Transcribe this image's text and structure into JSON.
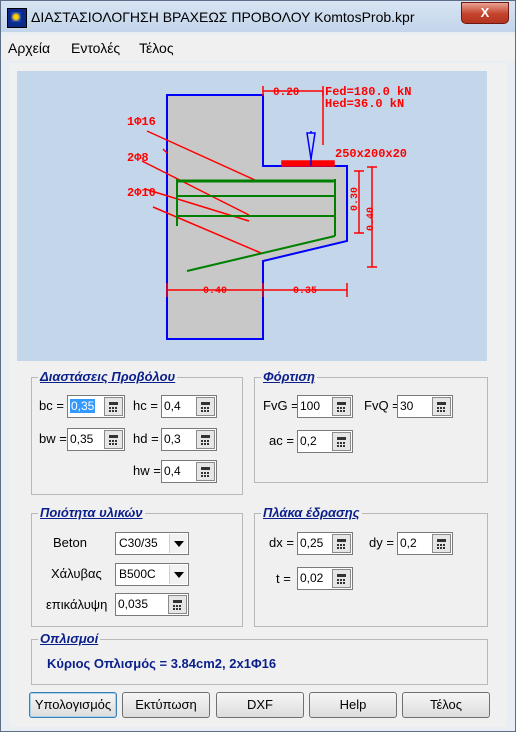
{
  "window": {
    "title": "ΔΙΑΣΤΑΣΙΟΛΟΓΗΣΗ ΒΡΑΧΕΩΣ ΠΡΟΒΟΛΟΥ  KomtosProb.kpr",
    "close_label": "X"
  },
  "menu": [
    "Αρχεία",
    "Εντολές",
    "Τέλος"
  ],
  "drawing": {
    "dim_top": "0.20",
    "load_fed": "Fed=180.0 kN",
    "load_hed": "Hed=36.0 kN",
    "plate": "250x200x20",
    "bar1": "1Φ16",
    "bar2": "2Φ8",
    "bar3": "2Φ10",
    "dim_v1": "0.30",
    "dim_v2": "0.40",
    "dim_b1": "0.40",
    "dim_b2": "0.35"
  },
  "dims": {
    "title": "Διαστάσεις Προβόλου",
    "bc_label": "bc =",
    "bc": "0,35",
    "hc_label": "hc =",
    "hc": "0,4",
    "bw_label": "bw =",
    "bw": "0,35",
    "hd_label": "hd =",
    "hd": "0,3",
    "hw_label": "hw =",
    "hw": "0,4"
  },
  "load": {
    "title": "Φόρτιση",
    "fvg_label": "FvG =",
    "fvg": "100",
    "fvq_label": "FvQ =",
    "fvq": "30",
    "ac_label": "ac =",
    "ac": "0,2"
  },
  "materials": {
    "title": "Ποιότητα υλικών",
    "beton_label": "Beton",
    "beton": "C30/35",
    "steel_label": "Χάλυβας",
    "steel": "B500C",
    "cover_label": "επικάλυψη",
    "cover": "0,035"
  },
  "plate": {
    "title": "Πλάκα έδρασης",
    "dx_label": "dx =",
    "dx": "0,25",
    "dy_label": "dy =",
    "dy": "0,2",
    "t_label": "t =",
    "t": "0,02"
  },
  "reinforcement": {
    "title": "Οπλισμοί",
    "result": "Κύριος Οπλισμός = 3.84cm2,  2x1Φ16"
  },
  "buttons": {
    "calculate": "Υπολογισμός",
    "print": "Εκτύπωση",
    "dxf": "DXF",
    "help": "Help",
    "exit": "Τέλος"
  },
  "colors": {
    "concrete": "#c8c8c8",
    "outline": "#0000ff",
    "rebar": "#008000",
    "annotation": "#ff0000",
    "label_blue": "#0a1f8a"
  }
}
